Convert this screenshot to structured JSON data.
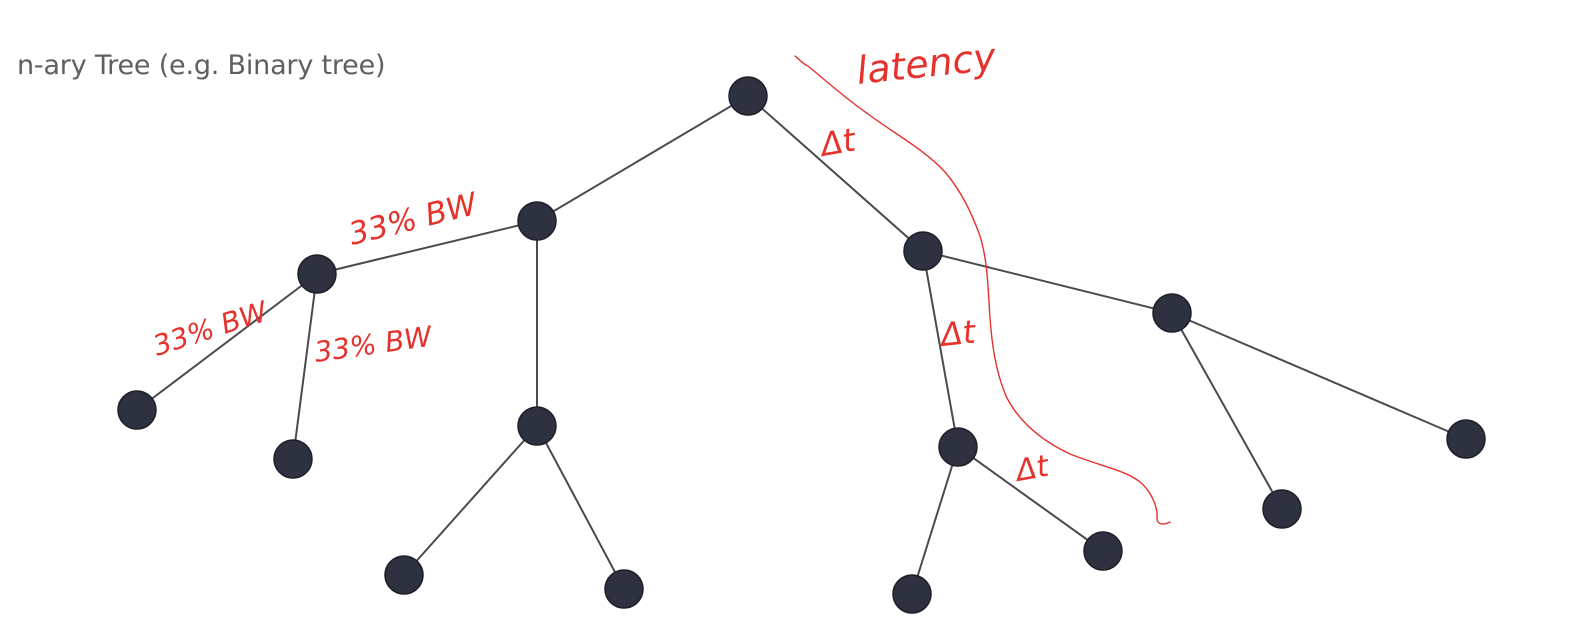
{
  "title": "n-ary Tree (e.g. Binary tree)",
  "diagram": {
    "type": "tree",
    "node_color": "#2e3140",
    "edge_color": "#4a4a50",
    "annotation_color": "#e5322d",
    "annotations": {
      "latency": "latency",
      "bw_root_edge": "33% BW",
      "bw_left_edge": "33% BW",
      "bw_mid_edge": "33% BW",
      "delta_t_1": "Δt",
      "delta_t_2": "Δt",
      "delta_t_3": "Δt"
    }
  }
}
